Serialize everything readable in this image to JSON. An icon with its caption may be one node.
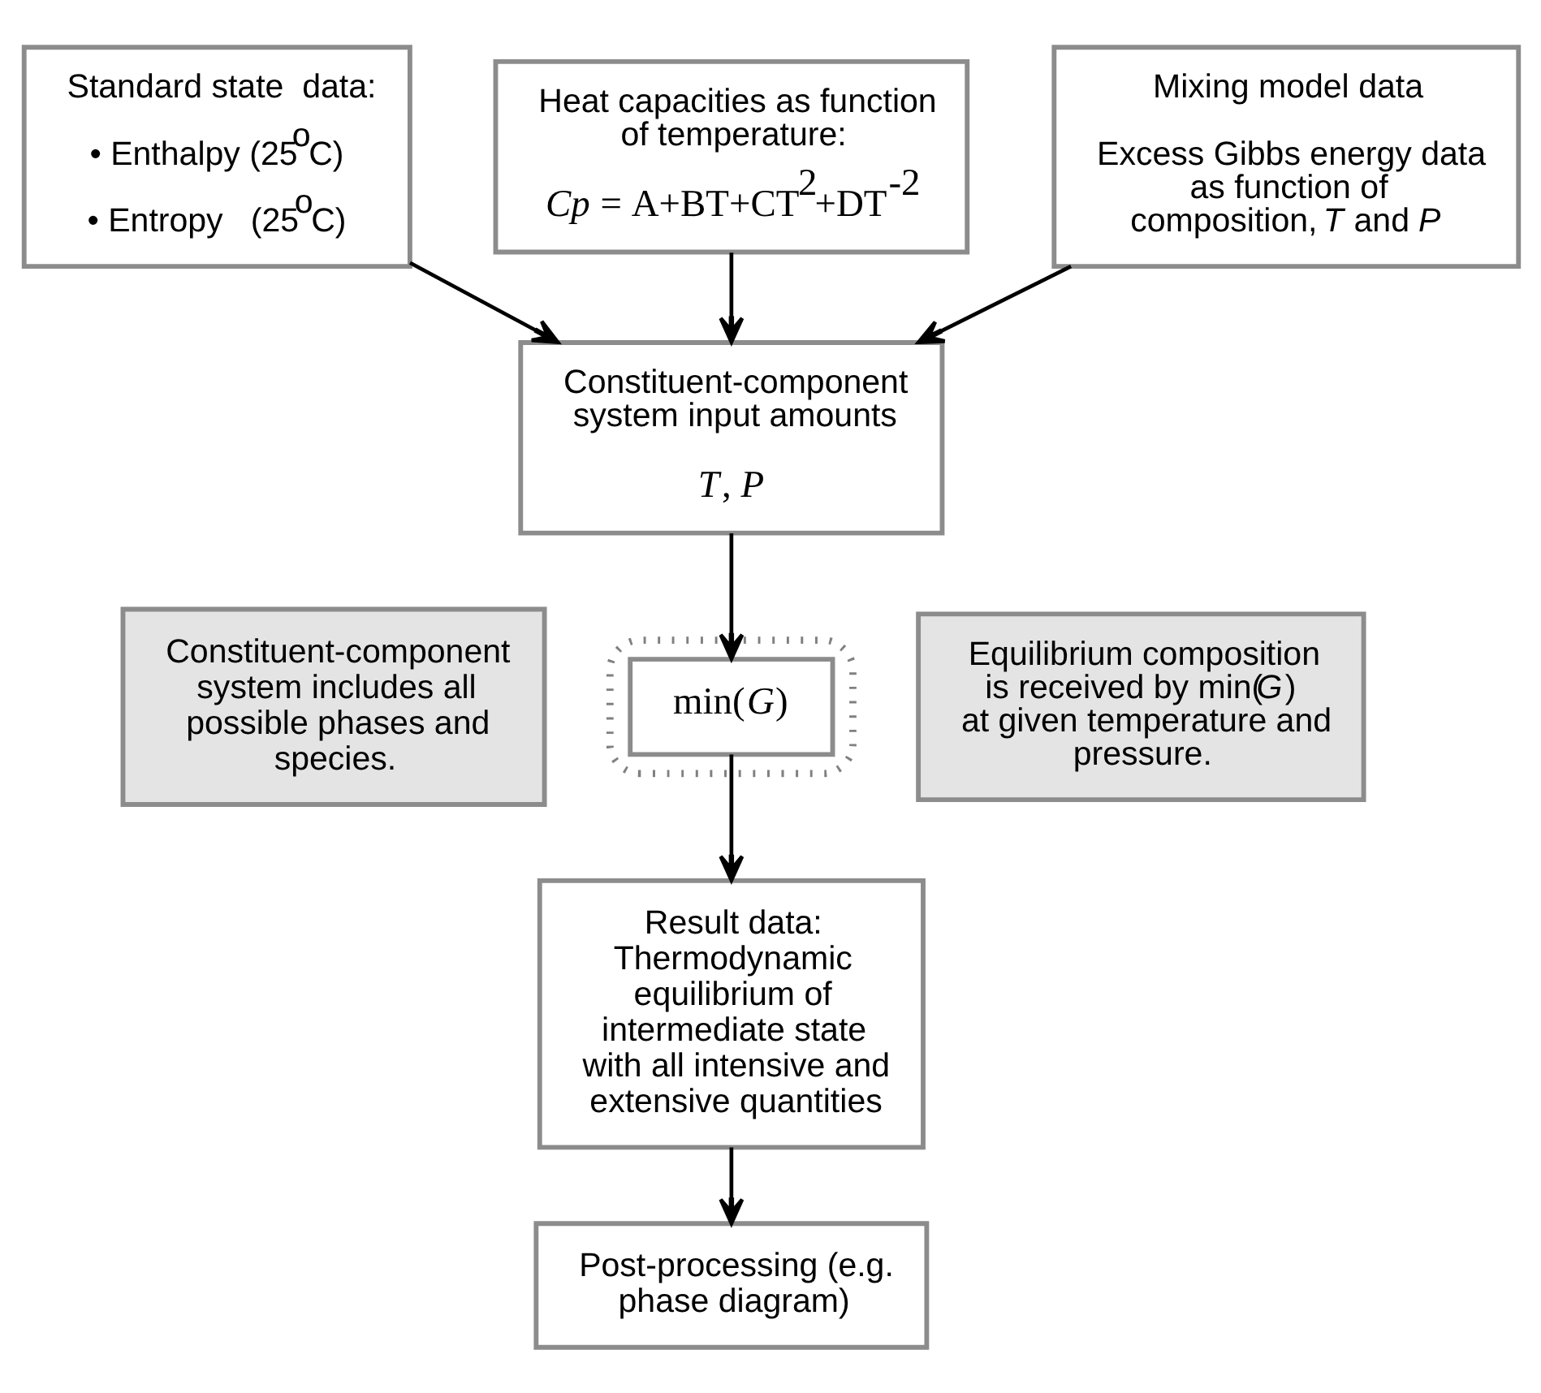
{
  "diagram": {
    "nodes": [
      {
        "text": [
          "Standard state  data:",
          "• Enthalpy (25$^{o}$C)",
          "• Entropy   (25$^{o}$C)"
        ]
      },
      {
        "text": [
          "Heat capacities as function of temperature:",
          "*Cp* = A+BT+CT$^{2}$+DT$^{-2}$"
        ]
      },
      {
        "text": [
          "Mixing model data",
          "Excess Gibbs energy data as function of composition, *T* and *P*"
        ]
      },
      {
        "text": [
          "Constituent-component system input amounts",
          "*T*, *P*"
        ]
      },
      {
        "text": [
          "Constituent-component system includes all possible phases and species."
        ]
      },
      {
        "text": [],
        "shape": "box"
      },
      {
        "text": [
          "min(*G*)"
        ],
        "in": 5
      },
      {
        "text": [
          "Equilibrium composition is received by min(*G*) at given temperature and pressure."
        ]
      },
      {
        "text": [
          "Result data: Thermodynamic equilibrium of intermediate state with all intensive and extensive quantities"
        ]
      },
      {
        "text": [
          "Post-processing (e.g. phase diagram)"
        ]
      }
    ],
    "edges": [
      {
        "from": 0,
        "to": 3,
        "arrow": "to"
      },
      {
        "from": 1,
        "to": 3,
        "arrow": "to"
      },
      {
        "from": 2,
        "to": 3,
        "arrow": "to"
      },
      {
        "from": 3,
        "to": 6,
        "arrow": "to"
      },
      {
        "from": 6,
        "to": 8,
        "arrow": "to"
      },
      {
        "from": 8,
        "to": 9,
        "arrow": "to"
      }
    ]
  }
}
